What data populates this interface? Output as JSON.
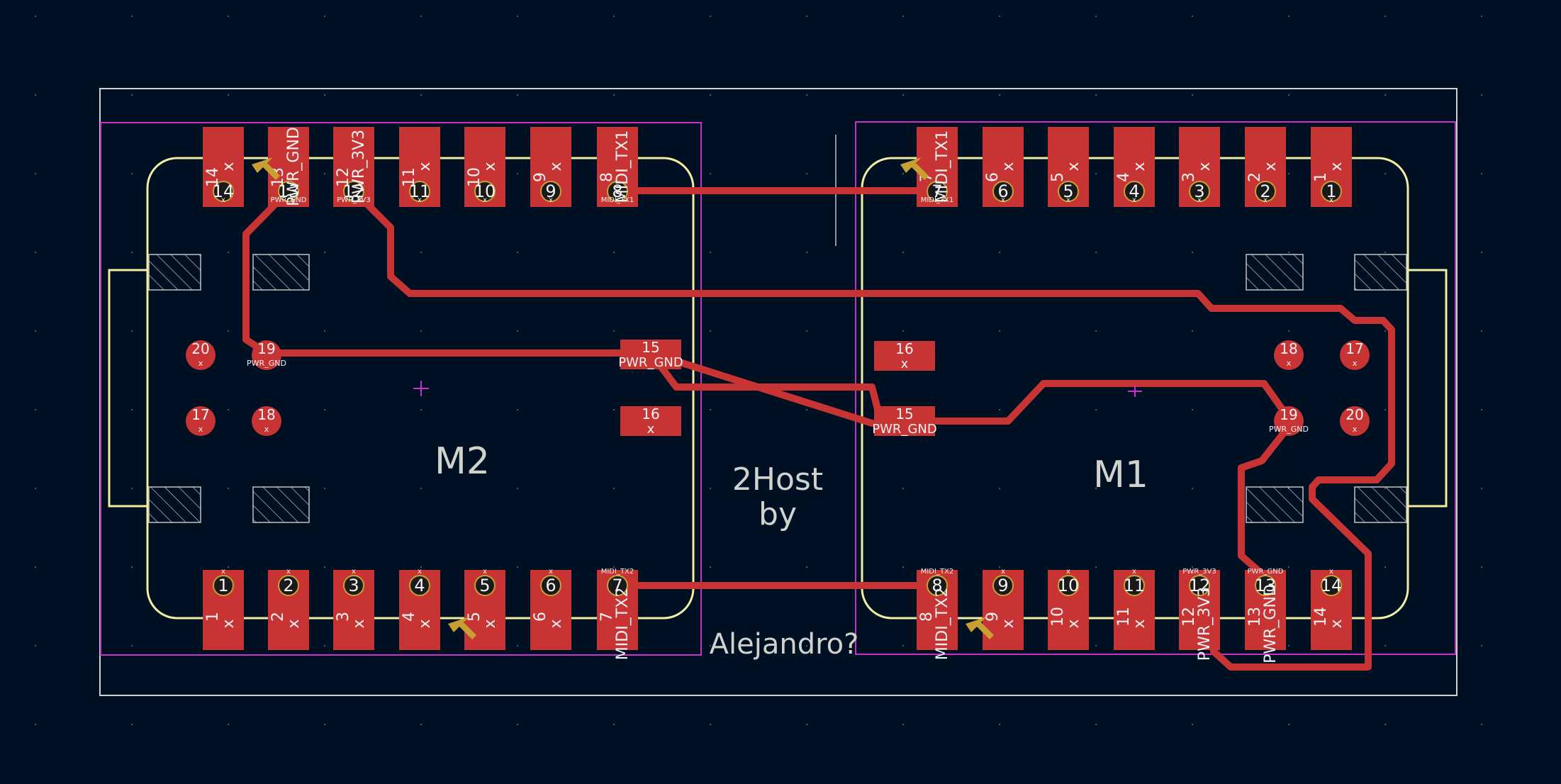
{
  "colors": {
    "background": "#001023",
    "copper": "#c83434",
    "silkscreen": "#f2eda1",
    "courtyard": "#c832c8",
    "board_edge": "#d0d2cd",
    "keepout": "#c2c2c2",
    "anchor": "#c8a032",
    "label_text": "#d0d2cd",
    "pad_text": "#f2f2f2"
  },
  "board_text": {
    "line1": "2Host",
    "line2": "by",
    "line3": "Alejandro?"
  },
  "modules": [
    {
      "ref": "M2",
      "top_pins": [
        {
          "num": "14",
          "name": "x",
          "net": "x"
        },
        {
          "num": "13",
          "name": "PWR_GND",
          "net": "PWR_GND"
        },
        {
          "num": "12",
          "name": "PWR_3V3",
          "net": "PWR_3V3"
        },
        {
          "num": "11",
          "name": "x",
          "net": "x"
        },
        {
          "num": "10",
          "name": "x",
          "net": "x"
        },
        {
          "num": "9",
          "name": "x",
          "net": "x"
        },
        {
          "num": "8",
          "name": "MIDI_TX1",
          "net": "MIDI_TX1"
        }
      ],
      "bottom_pins": [
        {
          "num": "1",
          "name": "x",
          "net": "x"
        },
        {
          "num": "2",
          "name": "x",
          "net": "x"
        },
        {
          "num": "3",
          "name": "x",
          "net": "x"
        },
        {
          "num": "4",
          "name": "x",
          "net": "x"
        },
        {
          "num": "5",
          "name": "x",
          "net": "x"
        },
        {
          "num": "6",
          "name": "x",
          "net": "x"
        },
        {
          "num": "7",
          "name": "MIDI_TX2",
          "net": "MIDI_TX2"
        }
      ],
      "inner_pads": [
        {
          "num": "20",
          "net": "x"
        },
        {
          "num": "19",
          "net": "PWR_GND"
        },
        {
          "num": "17",
          "net": "x"
        },
        {
          "num": "18",
          "net": "x"
        },
        {
          "num": "15",
          "net": "PWR_GND"
        },
        {
          "num": "16",
          "net": "x"
        }
      ]
    },
    {
      "ref": "M1",
      "top_pins": [
        {
          "num": "7",
          "name": "MIDI_TX1",
          "net": "MIDI_TX1"
        },
        {
          "num": "6",
          "name": "x",
          "net": "x"
        },
        {
          "num": "5",
          "name": "x",
          "net": "x"
        },
        {
          "num": "4",
          "name": "x",
          "net": "x"
        },
        {
          "num": "3",
          "name": "x",
          "net": "x"
        },
        {
          "num": "2",
          "name": "x",
          "net": "x"
        },
        {
          "num": "1",
          "name": "x",
          "net": "x"
        }
      ],
      "bottom_pins": [
        {
          "num": "8",
          "name": "MIDI_TX2",
          "net": "MIDI_TX2"
        },
        {
          "num": "9",
          "name": "x",
          "net": "x"
        },
        {
          "num": "10",
          "name": "x",
          "net": "x"
        },
        {
          "num": "11",
          "name": "x",
          "net": "x"
        },
        {
          "num": "12",
          "name": "PWR_3V3",
          "net": "PWR_3V3"
        },
        {
          "num": "13",
          "name": "PWR_GND",
          "net": "PWR_GND"
        },
        {
          "num": "14",
          "name": "x",
          "net": "x"
        }
      ],
      "inner_pads": [
        {
          "num": "16",
          "net": "x"
        },
        {
          "num": "18",
          "net": "x"
        },
        {
          "num": "17",
          "net": "x"
        },
        {
          "num": "15",
          "net": "PWR_GND"
        },
        {
          "num": "19",
          "net": "PWR_GND"
        },
        {
          "num": "20",
          "net": "x"
        }
      ]
    }
  ]
}
